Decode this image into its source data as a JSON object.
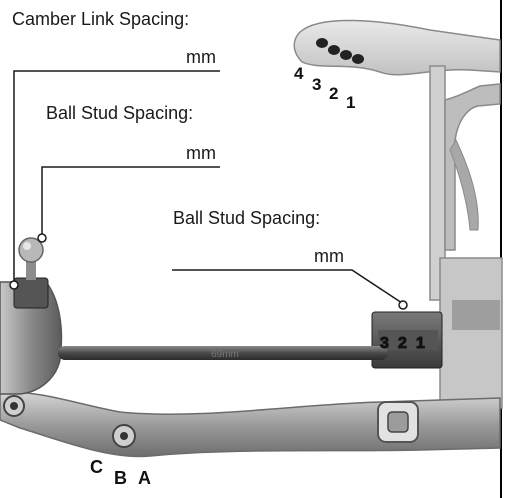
{
  "labels": {
    "camber_link_spacing": "Camber Link Spacing:",
    "ball_stud_spacing_upper": "Ball Stud Spacing:",
    "ball_stud_spacing_lower": "Ball Stud Spacing:",
    "unit_mm": "mm"
  },
  "tower_holes": [
    "4",
    "3",
    "2",
    "1"
  ],
  "mount_positions": [
    "3",
    "2",
    "1"
  ],
  "arm_positions": [
    "C",
    "B",
    "A"
  ],
  "turnbuckle_length": "69mm",
  "colors": {
    "parts_grey": "#9a9a9a",
    "parts_dark": "#3c3c3c",
    "line": "#1a1a1a"
  }
}
